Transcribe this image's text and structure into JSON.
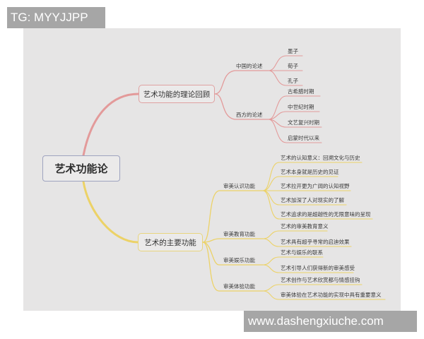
{
  "watermarks": {
    "top_left": "TG: MYYJJPP",
    "bottom_right": "www.dashengxiuche.com"
  },
  "colors": {
    "canvas_bg": "#e6e5e5",
    "root_border": "#9ea3bf",
    "branch_red": "#e39a9a",
    "branch_yellow": "#ecd267"
  },
  "mindmap": {
    "root": "艺术功能论",
    "branches": [
      {
        "label": "艺术功能的理论回顾",
        "color": "red",
        "children": [
          {
            "label": "中国的论述",
            "children": [
              "墨子",
              "荀子",
              "孔子"
            ]
          },
          {
            "label": "西方的论述",
            "children": [
              "古希腊时期",
              "中世纪时期",
              "文艺复兴时期",
              "启蒙时代以来"
            ]
          }
        ]
      },
      {
        "label": "艺术的主要功能",
        "color": "yellow",
        "children": [
          {
            "label": "审美认识功能",
            "children": [
              "艺术的认知意义：回溯文化与历史",
              "艺术本身就是历史的见证",
              "艺术拉开更为广阔的认知视野",
              "艺术加深了人对现实的了解",
              "艺术追求的是超越性的无限意味的呈现"
            ]
          },
          {
            "label": "审美教育功能",
            "children": [
              "艺术的审美教育意义",
              "艺术具有超乎寻常的启迪效果"
            ]
          },
          {
            "label": "审美娱乐功能",
            "children": [
              "艺术与娱乐的联系",
              "艺术引导人们获得新的审美感受"
            ]
          },
          {
            "label": "审美体验功能",
            "children": [
              "艺术创作与艺术欣赏都与情感挂钩",
              "审美体验在艺术功能的实现中具有重要意义"
            ]
          }
        ]
      }
    ]
  }
}
